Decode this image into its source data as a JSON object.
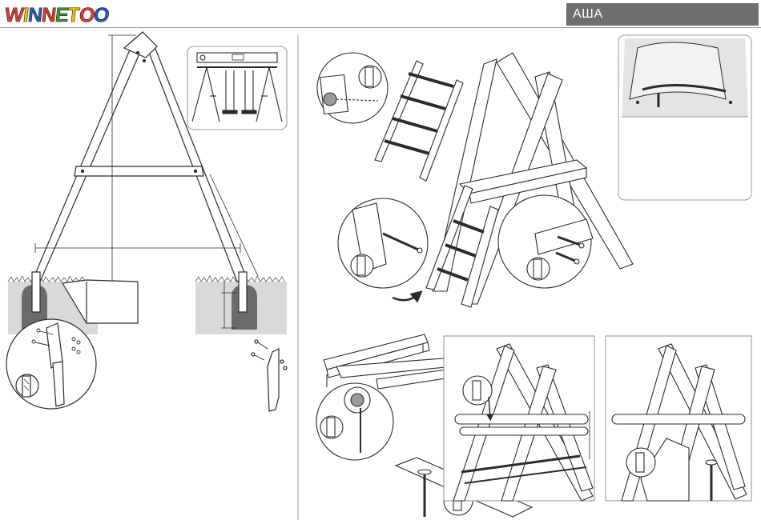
{
  "header": {
    "logo_letters": [
      "W",
      "I",
      "N",
      "N",
      "E",
      "T",
      "O",
      "O"
    ],
    "logo_colors": [
      "#e53b2c",
      "#f2c500",
      "#1f5fb8",
      "#e53b2c",
      "#3a9a3a",
      "#f2c500",
      "#e53b2c",
      "#1f5fb8"
    ],
    "code_label": "АША"
  },
  "colors": {
    "ground": "#d9d9d9",
    "hole": "#6b6b6b",
    "line": "#2b2b2b",
    "accent_gray": "#6e6e6e"
  },
  "icons": [
    "drill-bit-icon",
    "bolt-icon",
    "screw-icon",
    "spirit-level-icon",
    "rotate-arrow-icon"
  ]
}
